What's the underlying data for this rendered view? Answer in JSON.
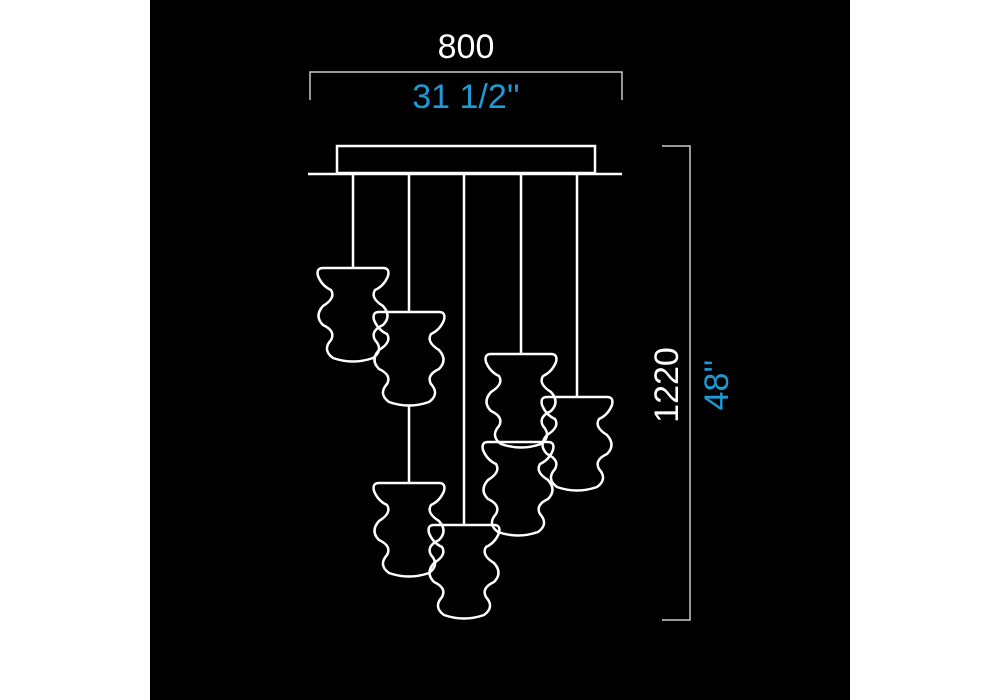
{
  "dimensions": {
    "width_mm": "800",
    "width_in": "31 1/2''",
    "height_mm": "1220",
    "height_in": "48''"
  },
  "colors": {
    "background": "#000000",
    "line": "#ffffff",
    "imperial": "#1e9ad6"
  }
}
